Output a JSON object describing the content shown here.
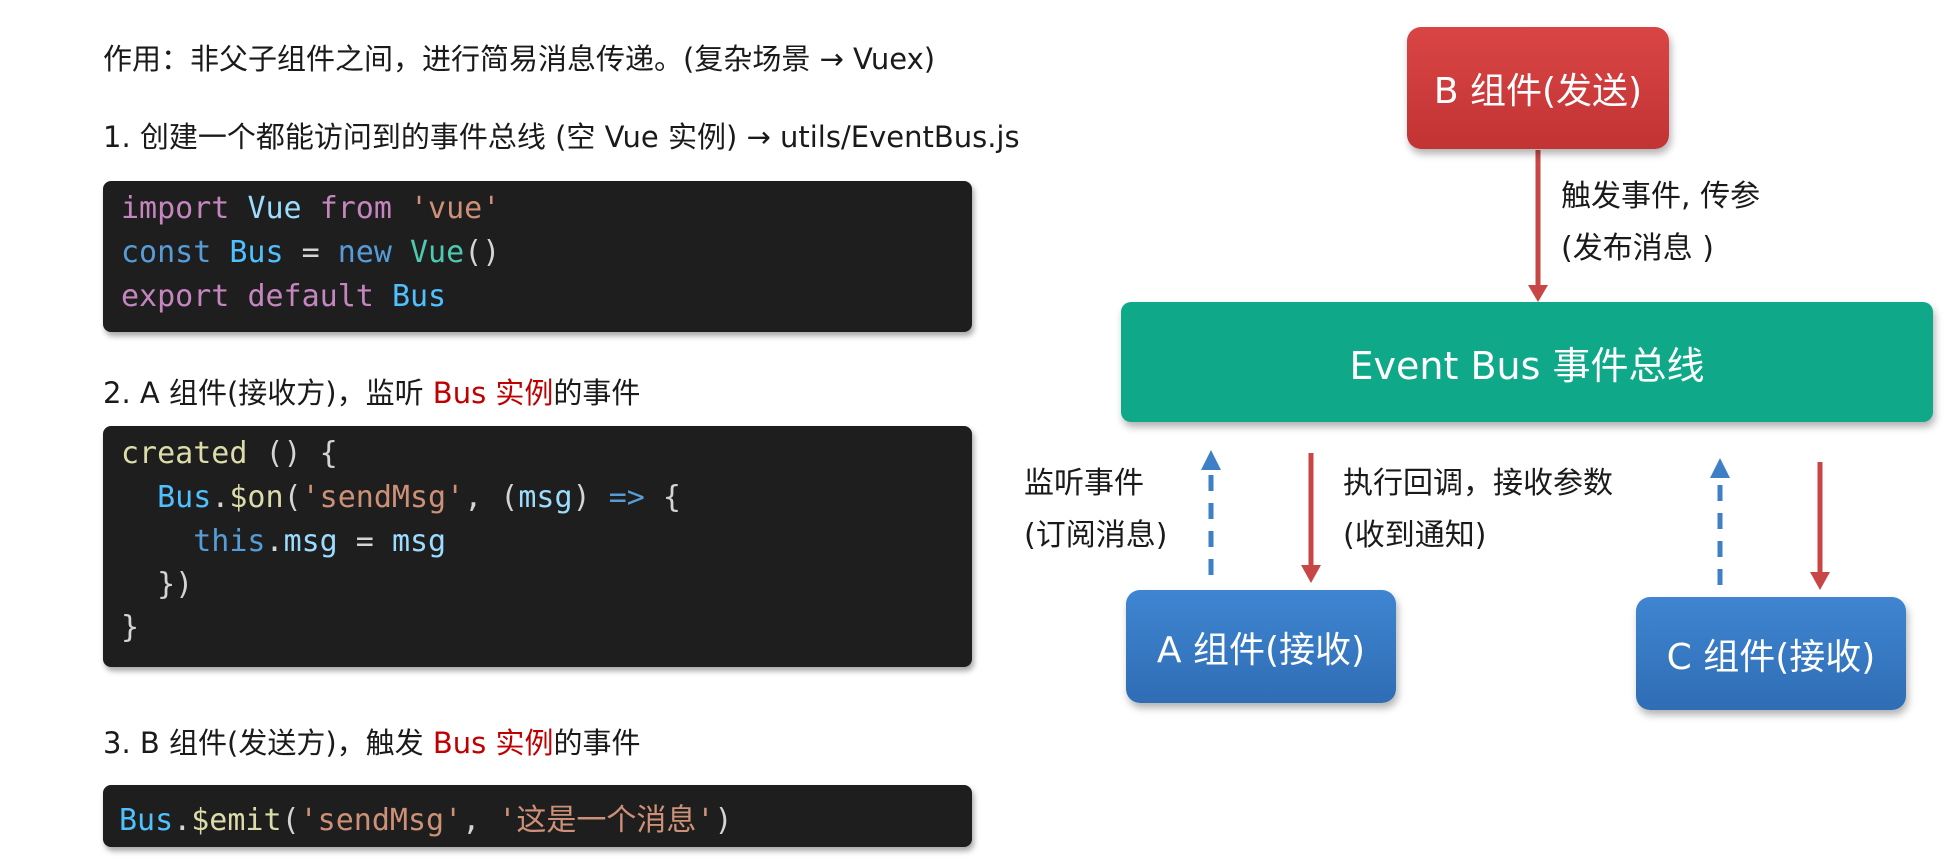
{
  "intro": "作用：非父子组件之间，进行简易消息传递。(复杂场景 → Vuex)",
  "step1": "1. 创建一个都能访问到的事件总线 (空 Vue 实例) → utils/EventBus.js",
  "code1": [
    [
      {
        "t": "import",
        "c": "k-purple"
      },
      {
        "t": " "
      },
      {
        "t": "Vue",
        "c": "k-var"
      },
      {
        "t": " "
      },
      {
        "t": "from",
        "c": "k-purple"
      },
      {
        "t": " "
      },
      {
        "t": "'vue'",
        "c": "k-str"
      }
    ],
    [
      {
        "t": "const",
        "c": "k-blue"
      },
      {
        "t": " "
      },
      {
        "t": "Bus",
        "c": "k-teal"
      },
      {
        "t": " = "
      },
      {
        "t": "new",
        "c": "k-blue"
      },
      {
        "t": " "
      },
      {
        "t": "Vue",
        "c": "k-type"
      },
      {
        "t": "()"
      }
    ],
    [
      {
        "t": "export",
        "c": "k-purple"
      },
      {
        "t": " "
      },
      {
        "t": "default",
        "c": "k-purple"
      },
      {
        "t": " "
      },
      {
        "t": "Bus",
        "c": "k-teal"
      }
    ]
  ],
  "step2": {
    "pre": "2. A 组件(接收方)，监听 ",
    "highlight": "Bus 实例",
    "post": "的事件"
  },
  "code2": [
    [
      {
        "t": "created",
        "c": "k-fn"
      },
      {
        "t": " () {"
      }
    ],
    [
      {
        "t": "  "
      },
      {
        "t": "Bus",
        "c": "k-teal"
      },
      {
        "t": "."
      },
      {
        "t": "$on",
        "c": "k-fn"
      },
      {
        "t": "("
      },
      {
        "t": "'sendMsg'",
        "c": "k-str"
      },
      {
        "t": ", ("
      },
      {
        "t": "msg",
        "c": "k-var"
      },
      {
        "t": ") "
      },
      {
        "t": "=>",
        "c": "k-blue"
      },
      {
        "t": " {"
      }
    ],
    [
      {
        "t": "    "
      },
      {
        "t": "this",
        "c": "k-blue"
      },
      {
        "t": "."
      },
      {
        "t": "msg",
        "c": "k-var"
      },
      {
        "t": " = "
      },
      {
        "t": "msg",
        "c": "k-var"
      }
    ],
    [
      {
        "t": "  })"
      }
    ],
    [
      {
        "t": "}"
      }
    ]
  ],
  "step3": {
    "pre": "3. B 组件(发送方)，触发 ",
    "highlight": "Bus 实例",
    "post": "的事件"
  },
  "code3": [
    [
      {
        "t": "Bus",
        "c": "k-teal"
      },
      {
        "t": "."
      },
      {
        "t": "$emit",
        "c": "k-fn"
      },
      {
        "t": "("
      },
      {
        "t": "'sendMsg'",
        "c": "k-str"
      },
      {
        "t": ", "
      },
      {
        "t": "'这是一个消息'",
        "c": "k-str"
      },
      {
        "t": ")"
      }
    ]
  ],
  "diagram": {
    "b_box": "B 组件(发送)",
    "bus_box": "Event Bus  事件总线",
    "a_box": "A 组件(接收)",
    "c_box": "C 组件(接收)",
    "trigger_label_1": "触发事件, 传参",
    "trigger_label_2": "(发布消息 )",
    "listen_label_1": "监听事件",
    "listen_label_2": "(订阅消息)",
    "callback_label_1": "执行回调，接收参数",
    "callback_label_2": "(收到通知)"
  },
  "colors": {
    "arrow_red": "#c84646",
    "arrow_blue": "#3f7fc6"
  }
}
